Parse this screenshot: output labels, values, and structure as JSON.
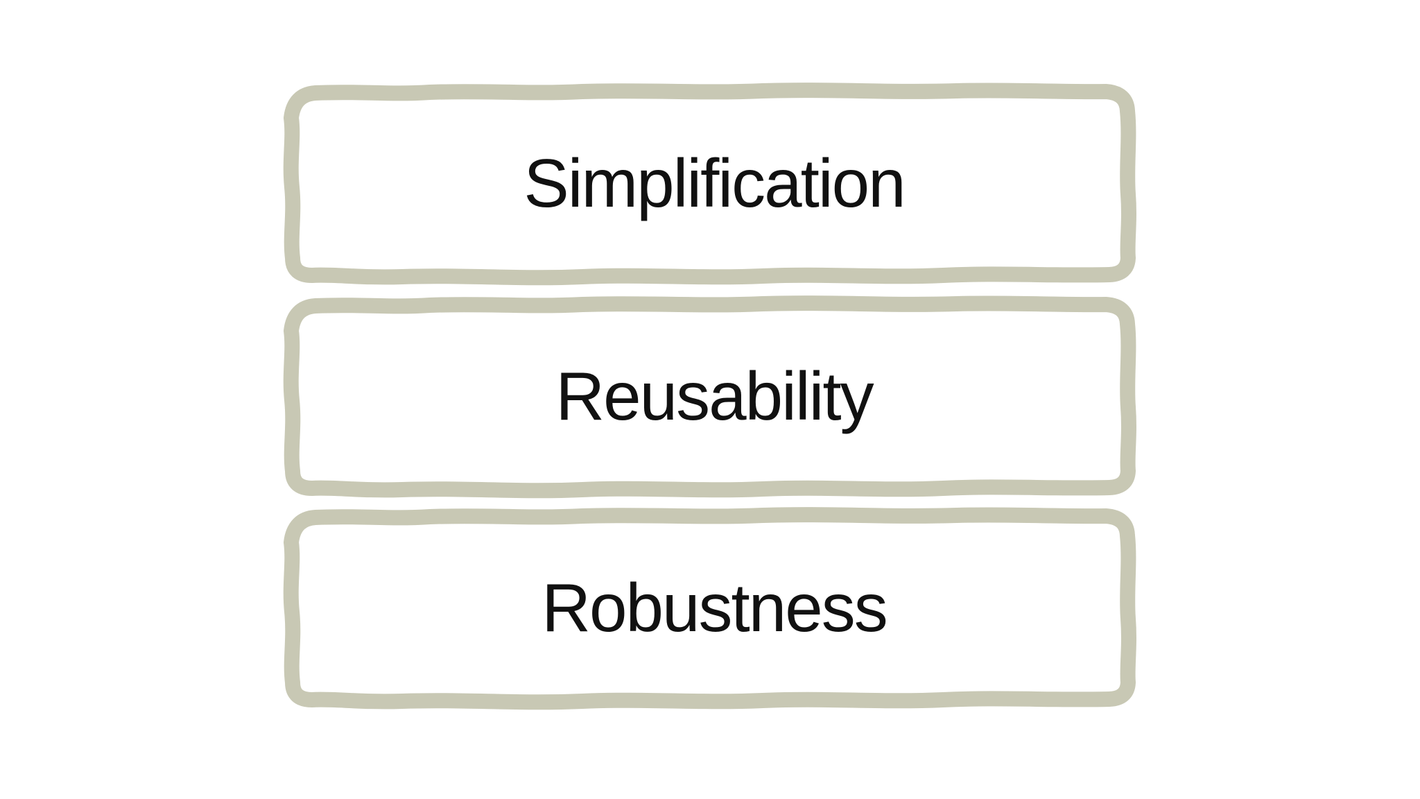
{
  "colors": {
    "background": "#ffffff",
    "frame": "#c8c8b4",
    "text": "#111111"
  },
  "boxes": [
    {
      "label": "Simplification"
    },
    {
      "label": "Reusability"
    },
    {
      "label": "Robustness"
    }
  ]
}
